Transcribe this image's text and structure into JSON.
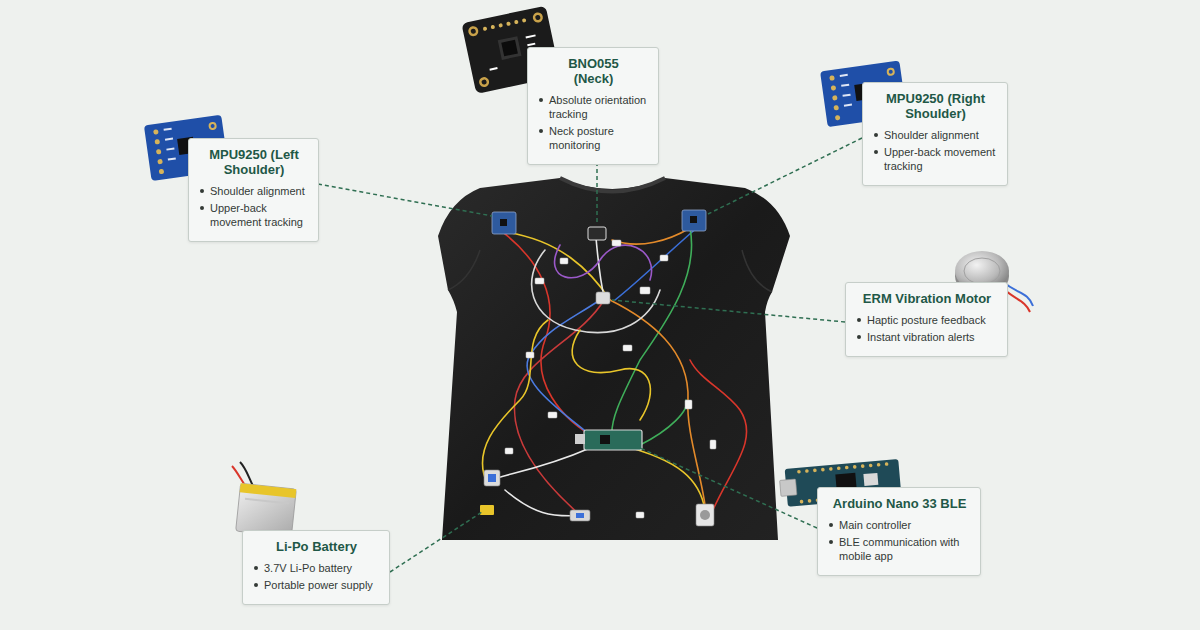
{
  "diagram": {
    "nodes": [
      {
        "text": [
          "BNO055 (Neck)",
          "Absolute orientation tracking",
          "Neck posture monitoring"
        ]
      },
      {
        "text": [
          "MPU9250 (Right Shoulder)",
          "Shoulder alignment",
          "Upper-back movement tracking"
        ]
      },
      {
        "text": [
          "MPU9250 (Left Shoulder)",
          "Shoulder alignment",
          "Upper-back movement tracking"
        ]
      },
      {
        "text": [
          "ERM Vibration Motor",
          "Haptic posture feedback",
          "Instant vibration alerts"
        ]
      },
      {
        "text": [
          "Arduino Nano 33 BLE",
          "Main controller",
          "BLE communication with mobile app"
        ]
      },
      {
        "text": [
          "Li-Po Battery",
          "3.7V Li-Po battery",
          "Portable power supply"
        ]
      }
    ]
  }
}
